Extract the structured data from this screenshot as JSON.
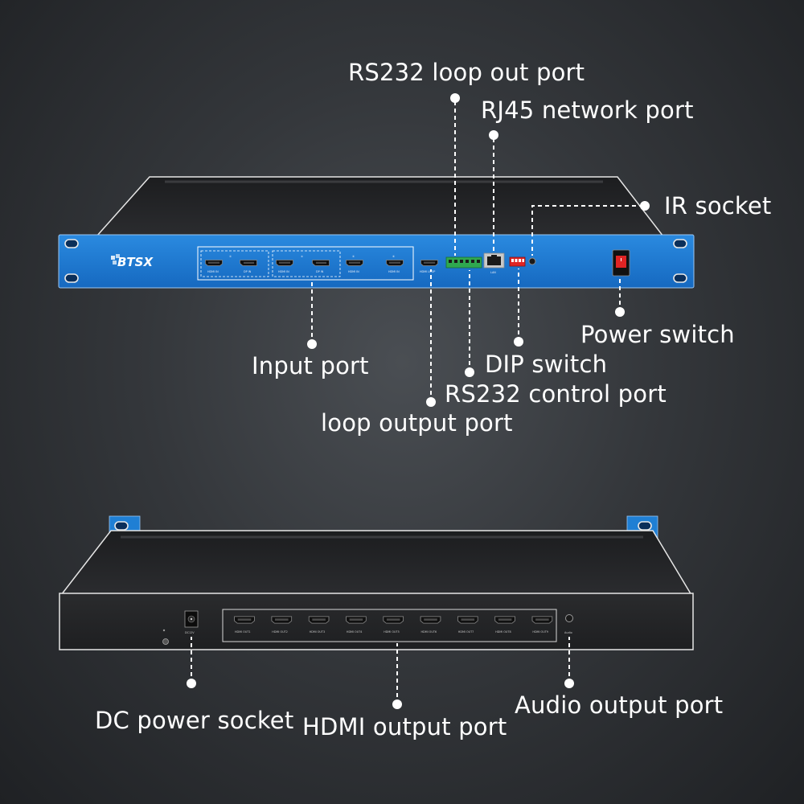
{
  "brand": "BTSX",
  "front_panel": {
    "input_ports": [
      {
        "number": "①",
        "hdmi_label": "HDMI IN",
        "dp_label": "DP IN"
      },
      {
        "number": "②",
        "hdmi_label": "HDMI IN",
        "dp_label": "DP IN"
      },
      {
        "number": "③",
        "hdmi_label": "HDMI IN"
      },
      {
        "number": "④",
        "hdmi_label": "HDMI IN"
      }
    ],
    "loop_label": "HDMI LOOP",
    "lan_label": "LAN",
    "colors": {
      "panel": "#1f7fd4",
      "terminal": "#2fa84f",
      "dip": "#e02424"
    }
  },
  "rear_panel": {
    "dc_label": "DC12V",
    "hdmi_outputs": [
      "HDMI OUT1",
      "HDMI OUT2",
      "HDMI OUT3",
      "HDMI OUT4",
      "HDMI OUT5",
      "HDMI OUT6",
      "HDMI OUT7",
      "HDMI OUT8",
      "HDMI OUT9"
    ],
    "audio_label": "Audio"
  },
  "callouts": {
    "rs232_loop_out": "RS232 loop out port",
    "rj45": "RJ45 network port",
    "ir_socket": "IR socket",
    "power_switch": "Power switch",
    "input_port": "Input port",
    "dip_switch": "DIP switch",
    "rs232_control": "RS232 control port",
    "loop_output": "loop output port",
    "dc_power": "DC power socket",
    "hdmi_output": "HDMI output port",
    "audio_output": "Audio output port"
  }
}
